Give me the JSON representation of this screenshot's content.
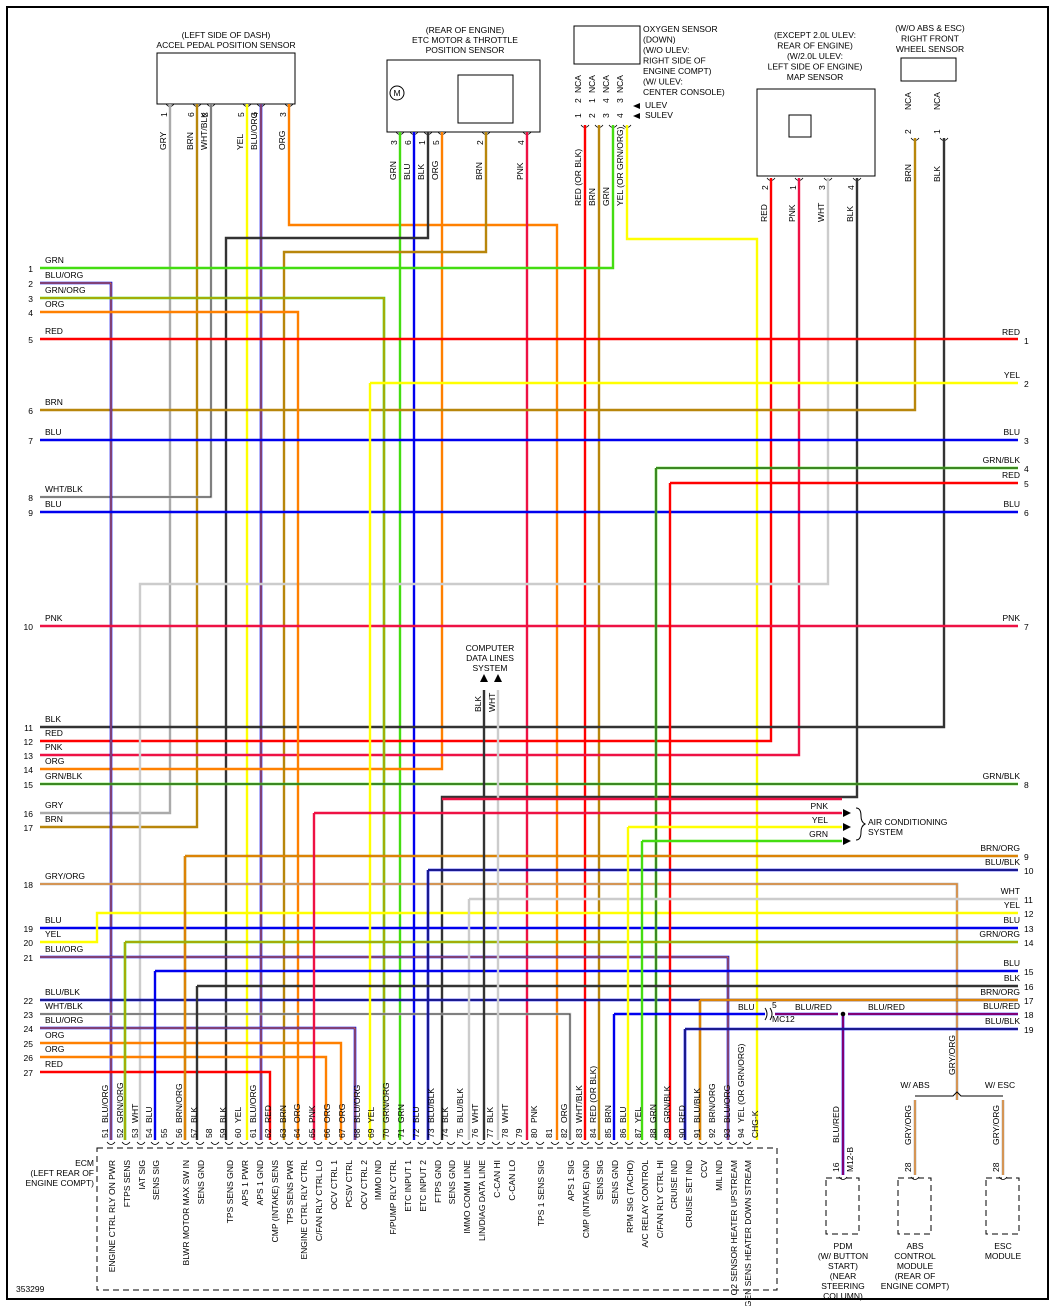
{
  "diagram_id": "353299",
  "colors": {
    "GRN": "#44dd11",
    "BLU": "#0000ee",
    "ORG": "#ff8000",
    "RED": "#ff0000",
    "BRN": "#b8860b",
    "PNK": "#ee1144",
    "YEL": "#ffff00",
    "BLK": "#333333",
    "WHT": "#cccccc",
    "GRY": "#aaaaaa"
  },
  "components": {
    "apps": {
      "title": [
        "(LEFT SIDE OF DASH)",
        "ACCEL PEDAL POSITION SENSOR"
      ],
      "pins": [
        {
          "pin": "1",
          "wire": "GRY"
        },
        {
          "pin": "6",
          "wire": "BRN"
        },
        {
          "pin": "2",
          "wire": "WHT/BLK"
        },
        {
          "pin": "5",
          "wire": "YEL"
        },
        {
          "pin": "4",
          "wire": "BLU/ORG"
        },
        {
          "pin": "3",
          "wire": "ORG"
        }
      ]
    },
    "etc": {
      "title": [
        "(REAR OF ENGINE)",
        "ETC MOTOR & THROTTLE",
        "POSITION SENSOR"
      ],
      "motor": "M",
      "pins": [
        {
          "pin": "3",
          "wire": "GRN"
        },
        {
          "pin": "6",
          "wire": "BLU"
        },
        {
          "pin": "1",
          "wire": "BLK"
        },
        {
          "pin": "5",
          "wire": "ORG"
        },
        {
          "pin": "2",
          "wire": "BRN"
        },
        {
          "pin": "4",
          "wire": "PNK"
        }
      ]
    },
    "o2": {
      "title": [
        "OXYGEN SENSOR",
        "(DOWN)",
        "(W/O ULEV:",
        "RIGHT SIDE OF",
        "ENGINE COMPT)",
        "(W/ ULEV:",
        "CENTER CONSOLE)"
      ],
      "arrows": [
        "ULEV",
        "SULEV"
      ],
      "pins": [
        {
          "ulev": "2",
          "sulev": "1",
          "nca": "NCA",
          "wire": "RED (OR BLK)"
        },
        {
          "ulev": "1",
          "sulev": "2",
          "nca": "NCA",
          "wire": "BRN"
        },
        {
          "ulev": "4",
          "sulev": "3",
          "nca": "NCA",
          "wire": "GRN"
        },
        {
          "ulev": "3",
          "sulev": "4",
          "nca": "NCA",
          "wire": "YEL (OR GRN/ORG)"
        }
      ]
    },
    "map": {
      "title": [
        "(EXCEPT 2.0L ULEV:",
        "REAR OF ENGINE)",
        "(W/2.0L ULEV:",
        "LEFT SIDE OF ENGINE)",
        "MAP SENSOR"
      ],
      "pins": [
        {
          "pin": "2",
          "wire": "RED"
        },
        {
          "pin": "1",
          "wire": "PNK"
        },
        {
          "pin": "3",
          "wire": "WHT"
        },
        {
          "pin": "4",
          "wire": "BLK"
        }
      ]
    },
    "wss": {
      "title": [
        "(W/O ABS & ESC)",
        "RIGHT FRONT",
        "WHEEL SENSOR"
      ],
      "pins": [
        {
          "pin": "2",
          "nca": "NCA",
          "wire": "BRN"
        },
        {
          "pin": "1",
          "nca": "NCA",
          "wire": "BLK"
        }
      ]
    }
  },
  "left_connector": [
    {
      "n": "1",
      "wire": "GRN"
    },
    {
      "n": "2",
      "wire": "BLU/ORG"
    },
    {
      "n": "3",
      "wire": "GRN/ORG"
    },
    {
      "n": "4",
      "wire": "ORG"
    },
    {
      "n": "5",
      "wire": "RED"
    },
    {
      "n": "6",
      "wire": "BRN"
    },
    {
      "n": "7",
      "wire": "BLU"
    },
    {
      "n": "8",
      "wire": "WHT/BLK"
    },
    {
      "n": "9",
      "wire": "BLU"
    },
    {
      "n": "10",
      "wire": "PNK"
    },
    {
      "n": "11",
      "wire": "BLK"
    },
    {
      "n": "12",
      "wire": "RED"
    },
    {
      "n": "13",
      "wire": "PNK"
    },
    {
      "n": "14",
      "wire": "ORG"
    },
    {
      "n": "15",
      "wire": "GRN/BLK"
    },
    {
      "n": "16",
      "wire": "GRY"
    },
    {
      "n": "17",
      "wire": "BRN"
    },
    {
      "n": "18",
      "wire": "GRY/ORG"
    },
    {
      "n": "19",
      "wire": "BLU"
    },
    {
      "n": "20",
      "wire": "YEL"
    },
    {
      "n": "21",
      "wire": "BLU/ORG"
    },
    {
      "n": "22",
      "wire": "BLU/BLK"
    },
    {
      "n": "23",
      "wire": "WHT/BLK"
    },
    {
      "n": "24",
      "wire": "BLU/ORG"
    },
    {
      "n": "25",
      "wire": "ORG"
    },
    {
      "n": "26",
      "wire": "ORG"
    },
    {
      "n": "27",
      "wire": "RED"
    }
  ],
  "right_connector": [
    {
      "n": "1",
      "wire": "RED"
    },
    {
      "n": "2",
      "wire": "YEL"
    },
    {
      "n": "3",
      "wire": "BLU"
    },
    {
      "n": "4",
      "wire": "GRN/BLK"
    },
    {
      "n": "5",
      "wire": "RED"
    },
    {
      "n": "6",
      "wire": "BLU"
    },
    {
      "n": "7",
      "wire": "PNK"
    },
    {
      "n": "8",
      "wire": "GRN/BLK"
    },
    {
      "n": "9",
      "wire": "BRN/ORG"
    },
    {
      "n": "10",
      "wire": "BLU/BLK"
    },
    {
      "n": "11",
      "wire": "WHT"
    },
    {
      "n": "12",
      "wire": "YEL"
    },
    {
      "n": "13",
      "wire": "BLU"
    },
    {
      "n": "14",
      "wire": "GRN/ORG"
    },
    {
      "n": "15",
      "wire": "BLU"
    },
    {
      "n": "16",
      "wire": "BLK"
    },
    {
      "n": "17",
      "wire": "BRN/ORG"
    },
    {
      "n": "18",
      "wire": "BLU/RED"
    },
    {
      "n": "19",
      "wire": "BLU/BLK"
    }
  ],
  "computer_data_lines": {
    "title": [
      "COMPUTER",
      "DATA LINES",
      "SYSTEM"
    ],
    "wires": [
      "BLK",
      "WHT"
    ]
  },
  "ac_system": {
    "title": [
      "AIR CONDITIONING",
      "SYSTEM"
    ],
    "wires": [
      "PNK",
      "YEL",
      "GRN"
    ]
  },
  "splice": {
    "pin": "5",
    "connector": "MC12",
    "in_wire": "BLU",
    "out_wires": [
      "BLU/RED",
      "BLU/RED"
    ]
  },
  "ecm": {
    "title": [
      "ECM",
      "(LEFT REAR OF",
      "ENGINE COMPT)"
    ],
    "pins": [
      {
        "n": "51",
        "wire": "BLU/ORG",
        "fn": "ENGINE CTRL RLY ON PWR"
      },
      {
        "n": "52",
        "wire": "GRN/ORG",
        "fn": "FTPS SENS"
      },
      {
        "n": "53",
        "wire": "WHT",
        "fn": "IAT SIG"
      },
      {
        "n": "54",
        "wire": "BLU",
        "fn": "SENS SIG"
      },
      {
        "n": "55",
        "wire": "",
        "fn": ""
      },
      {
        "n": "56",
        "wire": "BRN/ORG",
        "fn": "BLWR MOTOR MAX SW IN"
      },
      {
        "n": "57",
        "wire": "BLK",
        "fn": "SENS GND"
      },
      {
        "n": "58",
        "wire": "",
        "fn": ""
      },
      {
        "n": "59",
        "wire": "BLK",
        "fn": "TPS SENS GND"
      },
      {
        "n": "60",
        "wire": "YEL",
        "fn": "APS 1 PWR"
      },
      {
        "n": "61",
        "wire": "BLU/ORG",
        "fn": "APS 1 GND"
      },
      {
        "n": "62",
        "wire": "RED",
        "fn": "CMP (INTAKE) SENS"
      },
      {
        "n": "63",
        "wire": "BRN",
        "fn": "TPS SENS PWR"
      },
      {
        "n": "64",
        "wire": "ORG",
        "fn": "ENGINE CTRL RLY CTRL"
      },
      {
        "n": "65",
        "wire": "PNK",
        "fn": "C/FAN RLY CTRL LO"
      },
      {
        "n": "66",
        "wire": "ORG",
        "fn": "OCV CTRL 1"
      },
      {
        "n": "67",
        "wire": "ORG",
        "fn": "PCSV CTRL"
      },
      {
        "n": "68",
        "wire": "BLU/ORG",
        "fn": "OCV CTRL 2"
      },
      {
        "n": "69",
        "wire": "YEL",
        "fn": "IMMO IND"
      },
      {
        "n": "70",
        "wire": "GRN/ORG",
        "fn": "F/PUMP RLY CTRL"
      },
      {
        "n": "71",
        "wire": "GRN",
        "fn": "ETC INPUT 1"
      },
      {
        "n": "72",
        "wire": "BLU",
        "fn": "ETC INPUT 2"
      },
      {
        "n": "73",
        "wire": "BLU/BLK",
        "fn": "FTPS GND"
      },
      {
        "n": "74",
        "wire": "BLK",
        "fn": "SENS GND"
      },
      {
        "n": "75",
        "wire": "BLU/BLK",
        "fn": "IMMO COMM LINE"
      },
      {
        "n": "76",
        "wire": "WHT",
        "fn": "LIN/DIAG DATA LINE"
      },
      {
        "n": "77",
        "wire": "BLK",
        "fn": "C-CAN HI"
      },
      {
        "n": "78",
        "wire": "WHT",
        "fn": "C-CAN LO"
      },
      {
        "n": "79",
        "wire": "",
        "fn": ""
      },
      {
        "n": "80",
        "wire": "PNK",
        "fn": "TPS 1 SENS SIG"
      },
      {
        "n": "81",
        "wire": "",
        "fn": ""
      },
      {
        "n": "82",
        "wire": "ORG",
        "fn": "APS 1 SIG"
      },
      {
        "n": "83",
        "wire": "WHT/BLK",
        "fn": "CMP (INTAKE) GND"
      },
      {
        "n": "84",
        "wire": "RED (OR BLK)",
        "fn": "SENS SIG"
      },
      {
        "n": "85",
        "wire": "BRN",
        "fn": "SENS GND"
      },
      {
        "n": "86",
        "wire": "BLU",
        "fn": "RPM SIG (TACHO)"
      },
      {
        "n": "87",
        "wire": "YEL",
        "fn": "A/C RELAY CONTROL"
      },
      {
        "n": "88",
        "wire": "GRN",
        "fn": "C/FAN RLY CTRL HI"
      },
      {
        "n": "89",
        "wire": "GRN/BLK",
        "fn": "CRUISE IND"
      },
      {
        "n": "90",
        "wire": "RED",
        "fn": "CRUISE SET IND"
      },
      {
        "n": "91",
        "wire": "BLU/BLK",
        "fn": "CCV"
      },
      {
        "n": "92",
        "wire": "BRN/ORG",
        "fn": "MIL IND"
      },
      {
        "n": "93",
        "wire": "BLU/ORG",
        "fn": "O2 SENSOR HEATER UPSTREAM"
      },
      {
        "n": "94",
        "wire": "YEL (OR GRN/ORG)",
        "fn": "OXYGEN SENS HEATER DOWN STREAM"
      }
    ],
    "connector_id": "CHG-K"
  },
  "bottom_modules": {
    "branch_wire": "GRY/ORG",
    "branch_labels": [
      "W/ ABS",
      "W/ ESC"
    ],
    "pdm": {
      "pin": "16",
      "connector": "M12-B",
      "wire": "BLU/RED",
      "name": [
        "PDM",
        "(W/ BUTTON",
        "START)",
        "(NEAR",
        "STEERING",
        "COLUMN)"
      ]
    },
    "abs": {
      "pin": "28",
      "wire": "GRY/ORG",
      "name": [
        "ABS",
        "CONTROL",
        "MODULE",
        "(REAR OF",
        "ENGINE COMPT)"
      ]
    },
    "esc": {
      "pin": "28",
      "wire": "GRY/ORG",
      "name": [
        "ESC",
        "MODULE"
      ]
    }
  }
}
